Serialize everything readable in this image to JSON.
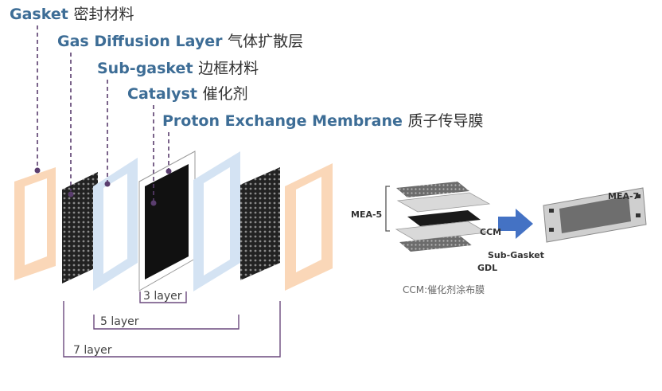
{
  "labels": [
    {
      "en": "Gasket",
      "cn": "密封材料"
    },
    {
      "en": "Gas Diffusion Layer",
      "cn": "气体扩散层"
    },
    {
      "en": "Sub-gasket",
      "cn": "边框材料"
    },
    {
      "en": "Catalyst",
      "cn": "催化剂"
    },
    {
      "en": "Proton Exchange Membrane",
      "cn": "质子传导膜"
    }
  ],
  "brackets": {
    "three": "3 layer",
    "five": "5 layer",
    "seven": "7 layer"
  },
  "mea": {
    "mea5": "MEA-5",
    "mea7": "MEA-7",
    "ccm": "CCM",
    "sub_gasket": "Sub-Gasket",
    "gdl": "GDL",
    "caption": "CCM:催化剂涂布膜"
  },
  "colors": {
    "label_blue": "#3d6d96",
    "gasket": "#fad7b8",
    "subgasket": "#d4e3f3",
    "catalyst": "#111111",
    "arrow": "#4472c4",
    "leader": "#5a3d6e"
  }
}
